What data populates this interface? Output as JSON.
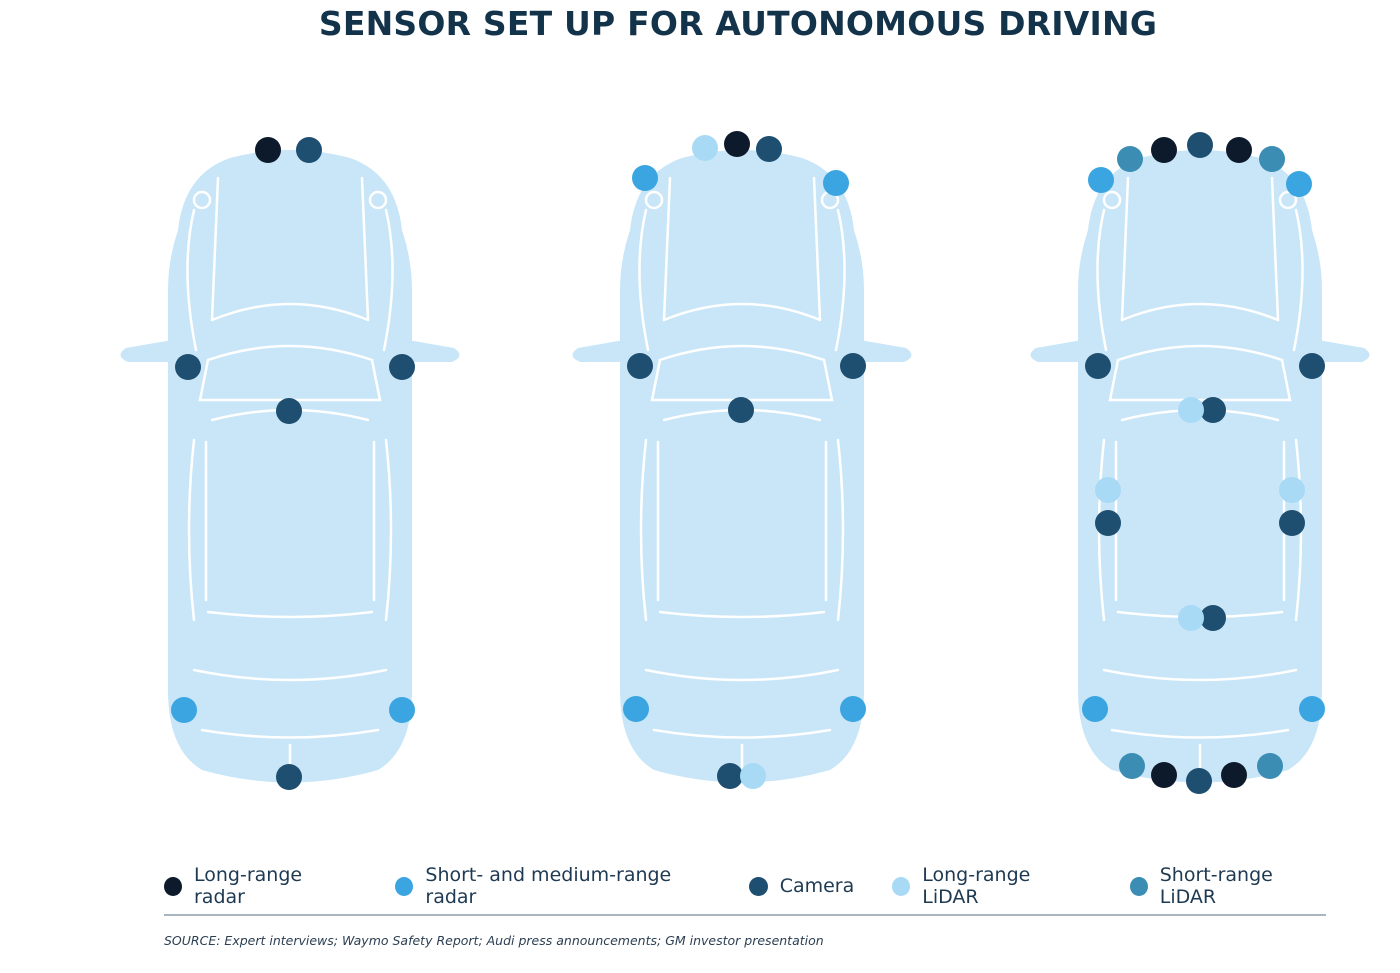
{
  "title": "SENSOR SET UP FOR AUTONOMOUS DRIVING",
  "sensor_types": [
    {
      "id": "lrr",
      "label": "Long-range radar",
      "color": "#0d1a2b"
    },
    {
      "id": "smr",
      "label": "Short- and medium-range radar",
      "color": "#3aa5e0"
    },
    {
      "id": "cam",
      "label": "Camera",
      "color": "#1e4e70"
    },
    {
      "id": "llid",
      "label": "Long-range LiDAR",
      "color": "#a8daf6"
    },
    {
      "id": "slid",
      "label": "Short-range LiDAR",
      "color": "#3b8db3"
    }
  ],
  "car_color": "#c8e6f8",
  "source": "SOURCE: Expert interviews; Waymo Safety Report; Audi press announcements; GM investor presentation"
}
